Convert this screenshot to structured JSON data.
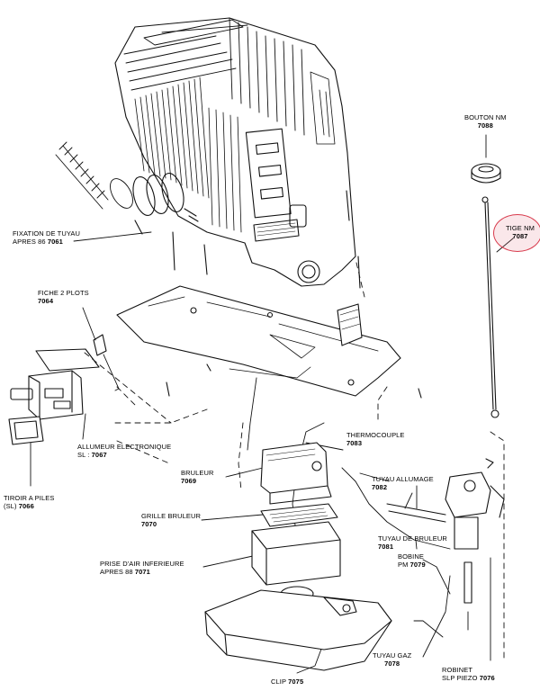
{
  "parts": [
    {
      "id": "bouton",
      "name": "BOUTON NM",
      "ref": "7088"
    },
    {
      "id": "tige",
      "name": "TIGE NM",
      "ref": "7087",
      "highlighted": true,
      "highlight_color": "#d83a4c"
    },
    {
      "id": "fixation",
      "name_line1": "FIXATION DE TUYAU",
      "name_line2": "APRES 86",
      "ref": "7061"
    },
    {
      "id": "fiche",
      "name": "FICHE 2 PLOTS",
      "ref": "7064"
    },
    {
      "id": "allumeur",
      "name_line1": "ALLUMEUR ELECTRONIQUE",
      "name_line2": "SL :",
      "ref": "7067"
    },
    {
      "id": "tiroir",
      "name_line1": "TIROIR A PILES",
      "name_line2": "(SL)",
      "ref": "7066"
    },
    {
      "id": "thermocouple",
      "name": "THERMOCOUPLE",
      "ref": "7083"
    },
    {
      "id": "bruleur",
      "name": "BRULEUR",
      "ref": "7069"
    },
    {
      "id": "tuyau_allumage",
      "name": "TUYAU ALLUMAGE",
      "ref": "7082"
    },
    {
      "id": "grille",
      "name": "GRILLE BRULEUR",
      "ref": "7070"
    },
    {
      "id": "tuyau_bruleur",
      "name": "TUYAU DE BRULEUR",
      "ref": "7081"
    },
    {
      "id": "prise",
      "name_line1": "PRISE D'AIR INFERIEURE",
      "name_line2": "APRES 88",
      "ref": "7071"
    },
    {
      "id": "bobine",
      "name_line1": "BOBINE",
      "name_line2": "PM",
      "ref": "7079"
    },
    {
      "id": "tuyau_gaz",
      "name": "TUYAU GAZ",
      "ref": "7078"
    },
    {
      "id": "robinet",
      "name_line1": "ROBINET",
      "name_line2": "SLP PIEZO",
      "ref": "7076"
    },
    {
      "id": "clip",
      "name": "CLIP",
      "ref": "7075"
    }
  ]
}
